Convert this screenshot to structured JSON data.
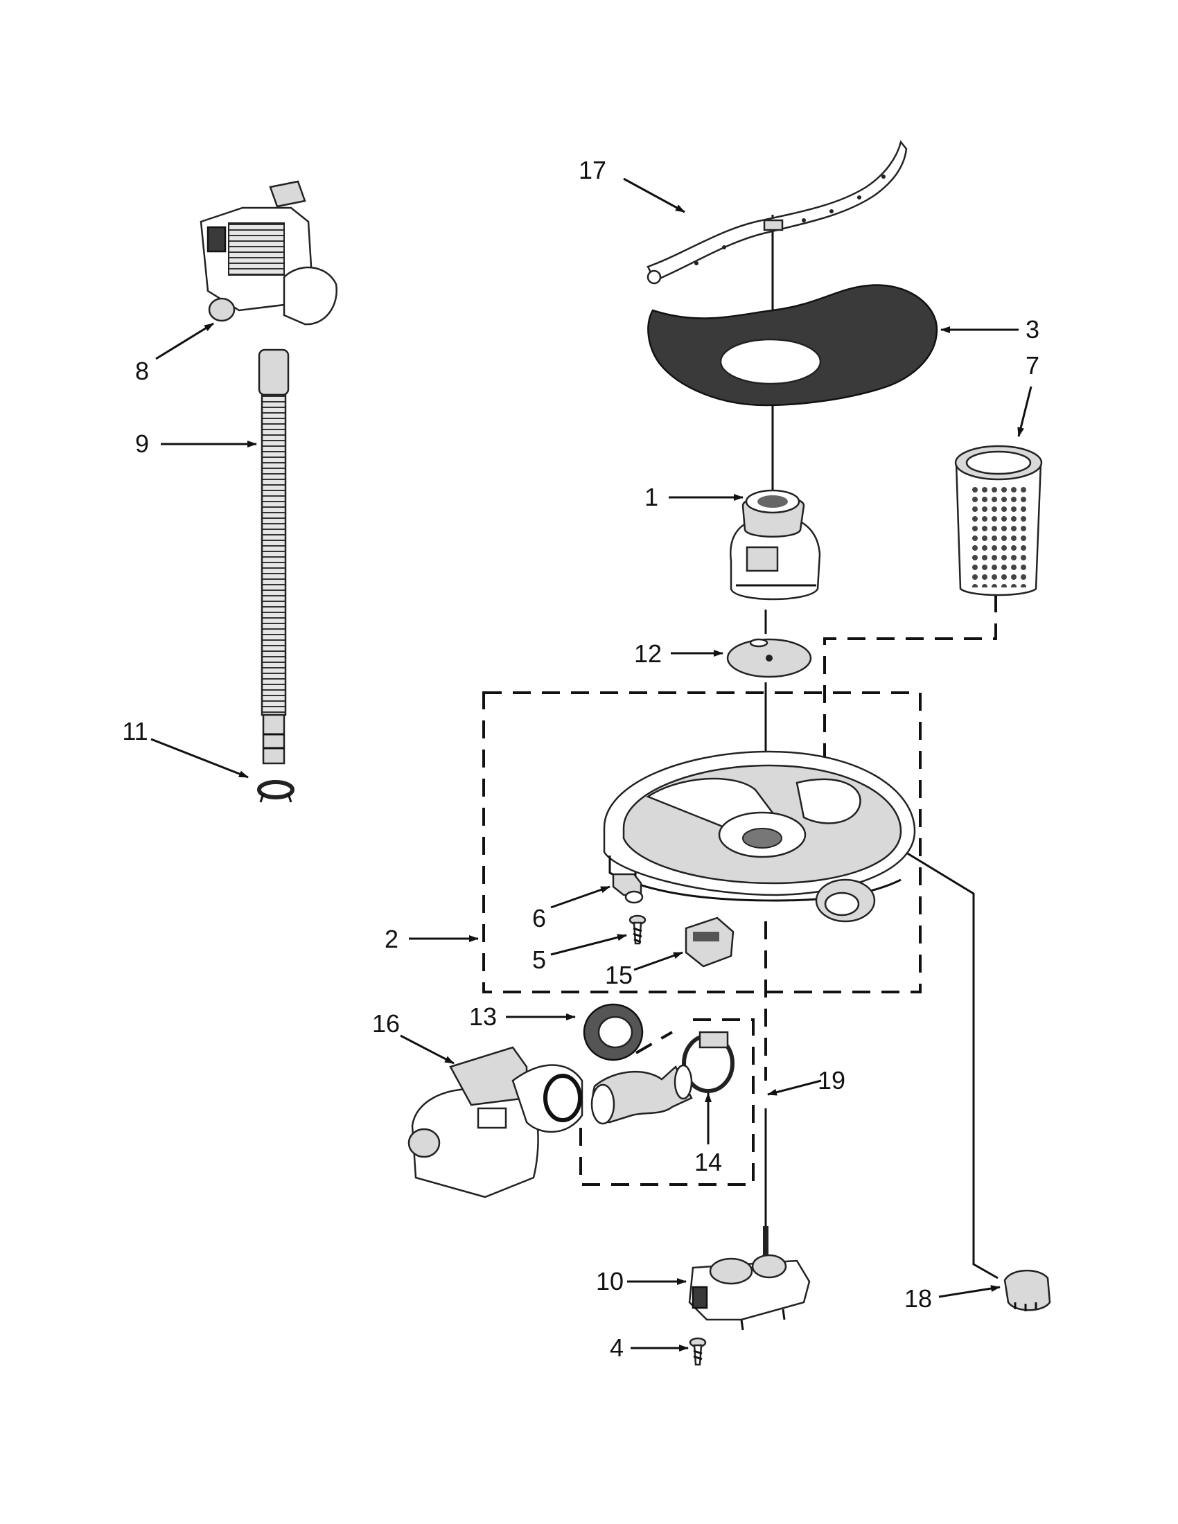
{
  "callouts": {
    "c1": "1",
    "c2": "2",
    "c3": "3",
    "c4": "4",
    "c5": "5",
    "c6": "6",
    "c7": "7",
    "c8": "8",
    "c9": "9",
    "c10": "10",
    "c11": "11",
    "c12": "12",
    "c13": "13",
    "c14": "14",
    "c15": "15",
    "c16": "16",
    "c17": "17",
    "c18": "18",
    "c19": "19"
  },
  "parts": [
    {
      "id": "1",
      "icon": "pump-housing-icon"
    },
    {
      "id": "2",
      "icon": "sump-assembly-icon"
    },
    {
      "id": "3",
      "icon": "filter-screen-icon"
    },
    {
      "id": "4",
      "icon": "screw-icon"
    },
    {
      "id": "5",
      "icon": "screw-icon"
    },
    {
      "id": "6",
      "icon": "bracket-icon"
    },
    {
      "id": "7",
      "icon": "filter-cartridge-icon"
    },
    {
      "id": "8",
      "icon": "drain-pump-icon"
    },
    {
      "id": "9",
      "icon": "drain-hose-icon"
    },
    {
      "id": "10",
      "icon": "diverter-motor-icon"
    },
    {
      "id": "11",
      "icon": "hose-clamp-icon"
    },
    {
      "id": "12",
      "icon": "disc-icon"
    },
    {
      "id": "13",
      "icon": "seal-ring-icon"
    },
    {
      "id": "14",
      "icon": "hose-clamp-icon"
    },
    {
      "id": "15",
      "icon": "sensor-icon"
    },
    {
      "id": "16",
      "icon": "circulation-pump-icon"
    },
    {
      "id": "17",
      "icon": "spray-arm-icon"
    },
    {
      "id": "18",
      "icon": "thermistor-icon"
    },
    {
      "id": "19",
      "icon": "shaft-icon"
    }
  ]
}
